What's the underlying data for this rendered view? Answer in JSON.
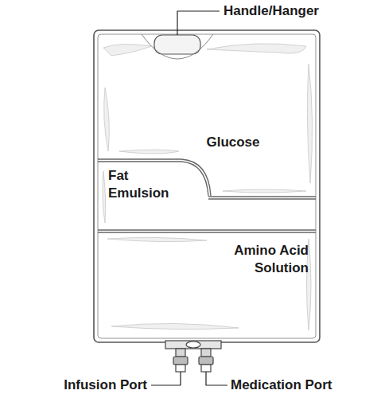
{
  "diagram": {
    "nodes": [
      {
        "text": [
          "Glucose"
        ]
      },
      {
        "text": [
          "Fat Emulsion"
        ]
      },
      {
        "text": [
          "Amino Acid Solution"
        ]
      }
    ],
    "labels": [
      "Handle/Hanger",
      "Infusion Port",
      "Medication Port"
    ]
  }
}
